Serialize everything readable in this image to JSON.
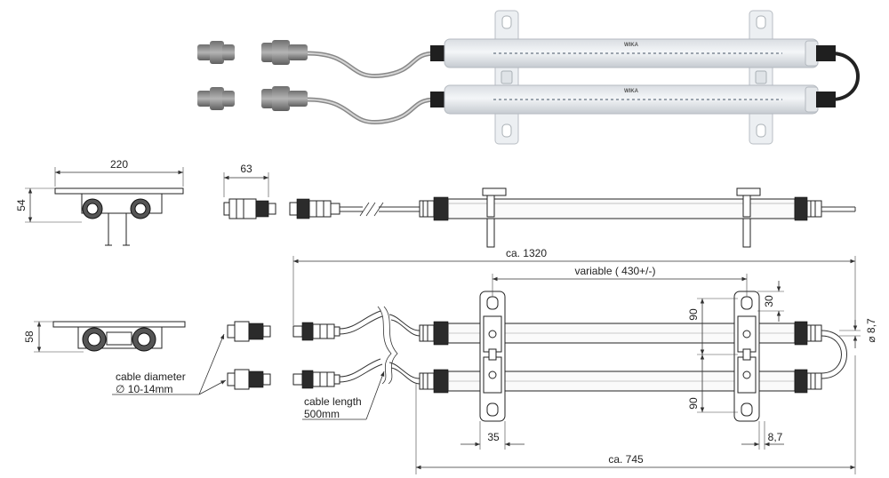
{
  "dimensions": {
    "width_top": "220",
    "height_top": "54",
    "connector_len": "63",
    "total_len": "ca. 1320",
    "variable": "variable ( 430+/-)",
    "height_front": "58",
    "spacing_upper": "90",
    "spacing_lower": "90",
    "offset_30": "30",
    "diameter_right": "⌀ 8,7",
    "bracket_35": "35",
    "bracket_87": "8,7",
    "total_745": "ca. 745"
  },
  "notes": {
    "cable_diameter_line1": "cable diameter",
    "cable_diameter_line2": "∅ 10-14mm",
    "cable_length_line1": "cable length",
    "cable_length_line2": "500mm"
  },
  "brand": "WIKA"
}
